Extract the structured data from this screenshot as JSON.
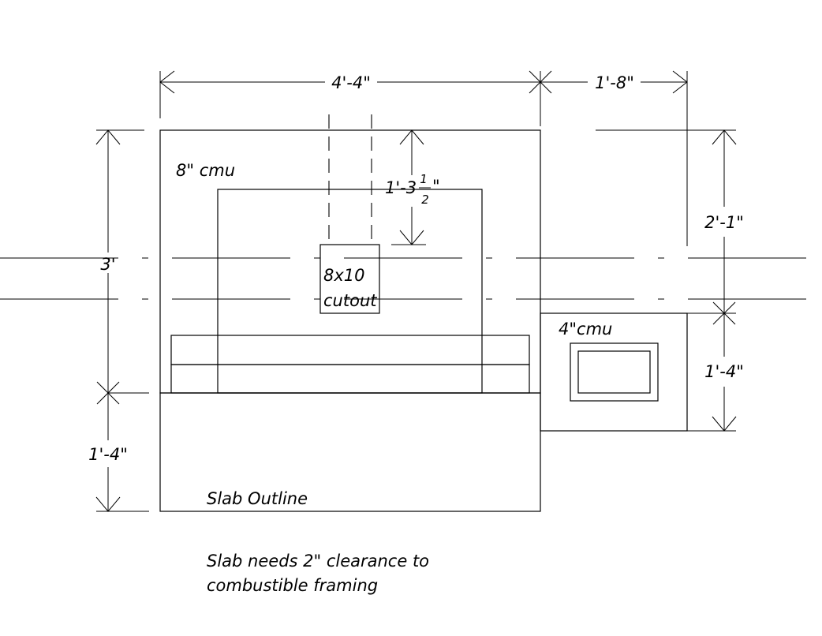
{
  "dimensions": {
    "top_width": "4'-4\"",
    "top_right": "1'-8\"",
    "left_height": "3'",
    "left_lower": "1'-4\"",
    "right_upper": "2'-1\"",
    "right_lower": "1'-4\"",
    "flue_offset_main": "1'-3",
    "flue_offset_num": "1",
    "flue_offset_den": "2",
    "flue_offset_mark": "\""
  },
  "labels": {
    "main_block": "8\" cmu",
    "cutout_line1": "8x10",
    "cutout_line2": "cutout",
    "side_block": "4\"cmu",
    "slab": "Slab Outline"
  },
  "note": {
    "line1": "Slab needs 2\" clearance to",
    "line2": "combustible framing"
  }
}
